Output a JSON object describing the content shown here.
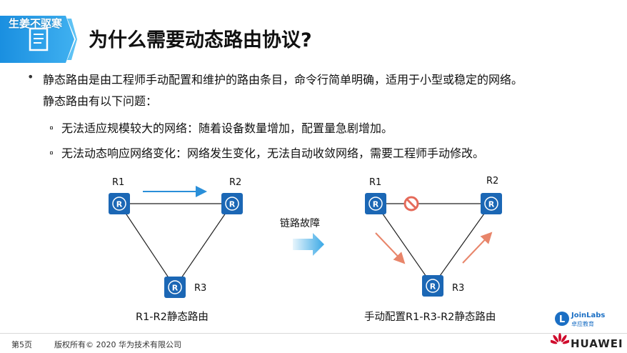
{
  "watermark": "生姜不驱寒",
  "title": "为什么需要动态路由协议?",
  "bullets": {
    "main_line1": "静态路由是由工程师手动配置和维护的路由条目，命令行简单明确，适用于小型或稳定的网络。",
    "main_line2": "静态路由有以下问题：",
    "sub1": "无法适应规模较大的网络：随着设备数量增加，配置量急剧增加。",
    "sub2": "无法动态响应网络变化：网络发生变化，无法自动收敛网络，需要工程师手动修改。"
  },
  "left_diagram": {
    "routers": [
      "R1",
      "R2",
      "R3"
    ],
    "caption": "R1-R2静态路由"
  },
  "middle": {
    "label": "链路故障"
  },
  "right_diagram": {
    "routers": [
      "R1",
      "R2",
      "R3"
    ],
    "caption": "手动配置R1-R3-R2静态路由"
  },
  "router_glyph": "R",
  "footer": {
    "page": "第5页",
    "copyright": "版权所有© 2020 华为技术有限公司"
  },
  "logos": {
    "joinlabs": "JoinLabs",
    "joinlabs_cn": "卓应教育",
    "joinlabs_mark": "L",
    "huawei": "HUAWEI"
  },
  "colors": {
    "accent_blue": "#2a8fd9",
    "router_blue": "#1b67b5",
    "arrow_orange": "#e8856a",
    "huawei_red": "#cf0a2c"
  },
  "icons": {
    "title": "document-icon",
    "router": "router-icon",
    "blocked": "no-entry-icon",
    "flow": "right-arrow-icon"
  }
}
